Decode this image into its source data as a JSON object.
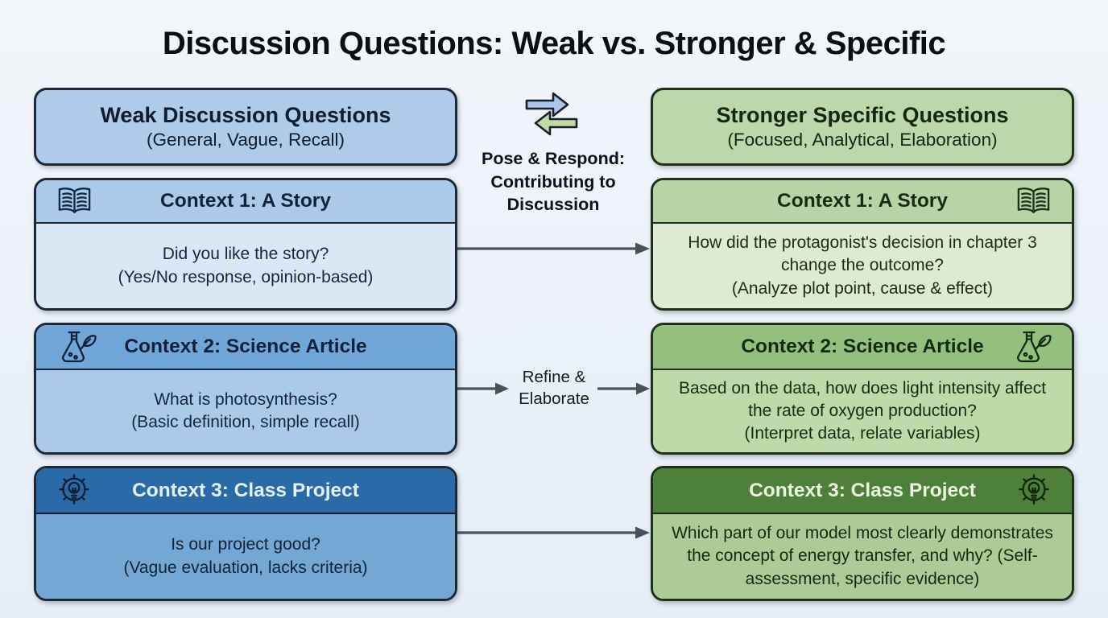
{
  "title": "Discussion Questions: Weak vs. Stronger & Specific",
  "columns": {
    "weak": {
      "header": {
        "title": "Weak Discussion Questions",
        "subtitle": "(General, Vague, Recall)"
      },
      "contexts": [
        {
          "icon": "open-book-icon",
          "title": "Context 1: A Story",
          "question": "Did you like the story?",
          "note": "(Yes/No response, opinion-based)"
        },
        {
          "icon": "flask-leaf-icon",
          "title": "Context 2: Science Article",
          "question": "What is photosynthesis?",
          "note": "(Basic definition, simple recall)"
        },
        {
          "icon": "gear-lightbulb-icon",
          "title": "Context 3: Class Project",
          "question": "Is our project good?",
          "note": "(Vague evaluation, lacks criteria)"
        }
      ]
    },
    "strong": {
      "header": {
        "title": "Stronger Specific Questions",
        "subtitle": "(Focused, Analytical, Elaboration)"
      },
      "contexts": [
        {
          "icon": "open-book-icon",
          "title": "Context 1: A Story",
          "question": "How did the protagonist's decision in chapter 3 change the outcome?",
          "note": "(Analyze plot point, cause & effect)"
        },
        {
          "icon": "flask-leaf-icon",
          "title": "Context 2: Science Article",
          "question": "Based on the data, how does light intensity affect the rate of oxygen production?",
          "note": "(Interpret data, relate variables)"
        },
        {
          "icon": "gear-lightbulb-icon",
          "title": "Context 3: Class Project",
          "question": "Which part of our model most clearly demonstrates the concept of energy transfer, and why? (Self-assessment, specific evidence)",
          "note": ""
        }
      ]
    }
  },
  "middle": {
    "exchange_icon": "swap-arrows-icon",
    "exchange_label": "Pose & Respond: Contributing to Discussion",
    "refine_label": "Refine & Elaborate"
  },
  "colors": {
    "background": "#ebf1f8",
    "weak_header": "#aecbe9",
    "weak_ctx1_header": "#abcaea",
    "weak_ctx1_body": "#dbe7f4",
    "weak_ctx2_header": "#70a7d8",
    "weak_ctx2_body": "#a9cae9",
    "weak_ctx3_header": "#2a6ba7",
    "weak_ctx3_body": "#74a7d4",
    "strong_header": "#bcd7aa",
    "strong_ctx1_header": "#b8d4a6",
    "strong_ctx1_body": "#dfead2",
    "strong_ctx2_header": "#93c17d",
    "strong_ctx2_body": "#bedaa8",
    "strong_ctx3_header": "#4d8039",
    "strong_ctx3_body": "#adcb97",
    "arrow": "#47525e",
    "swap_arrow_blue": "#abc6ea",
    "swap_arrow_green": "#c3d9a6"
  }
}
